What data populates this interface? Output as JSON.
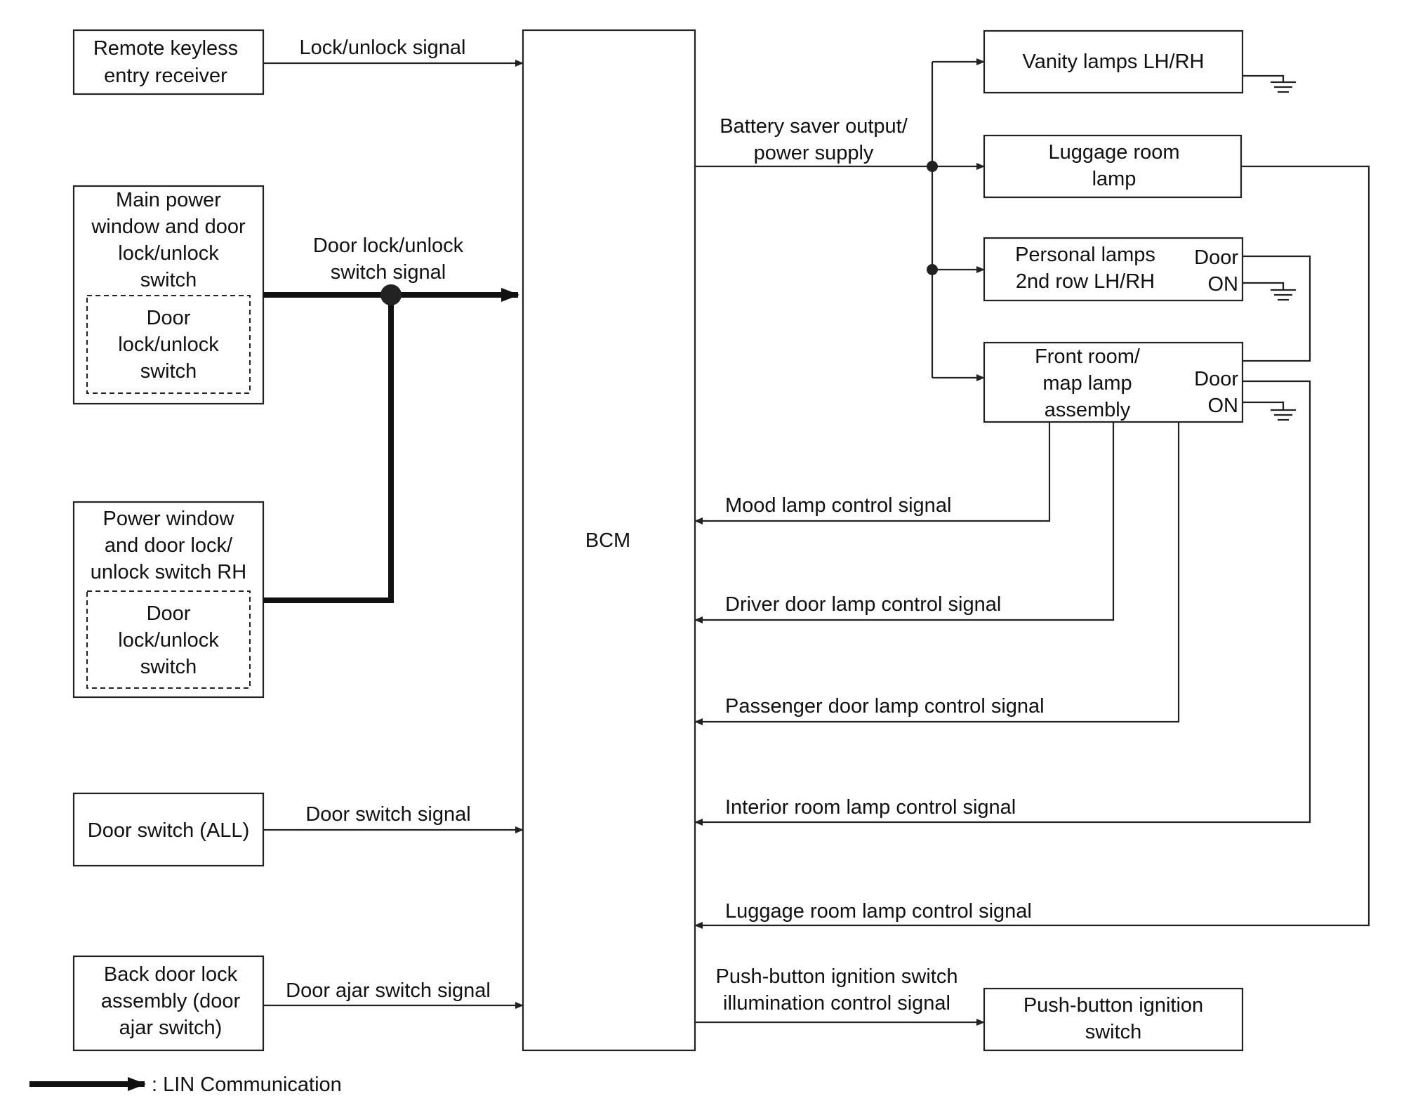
{
  "bcm": {
    "label": "BCM"
  },
  "inputs": {
    "rke": {
      "lines": [
        "Remote keyless",
        "entry receiver"
      ],
      "signal": "Lock/unlock signal"
    },
    "main_pw": {
      "lines": [
        "Main power",
        "window and door",
        "lock/unlock",
        "switch"
      ],
      "inner_lines": [
        "Door",
        "lock/unlock",
        "switch"
      ]
    },
    "door_lock_signal": [
      "Door lock/unlock",
      "switch signal"
    ],
    "pw_rh": {
      "lines": [
        "Power window",
        "and door lock/",
        "unlock switch RH"
      ],
      "inner_lines": [
        "Door",
        "lock/unlock",
        "switch"
      ]
    },
    "door_switch": {
      "label": "Door switch (ALL)",
      "signal": "Door switch signal"
    },
    "back_door": {
      "lines": [
        "Back door lock",
        "assembly (door",
        "ajar switch)"
      ],
      "signal": "Door ajar switch signal"
    }
  },
  "outputs": {
    "battery_saver": [
      "Battery saver output/",
      "power supply"
    ],
    "vanity": {
      "label": "Vanity lamps LH/RH"
    },
    "luggage": {
      "lines": [
        "Luggage room",
        "lamp"
      ]
    },
    "personal": {
      "lines": [
        "Personal lamps",
        "2nd row LH/RH"
      ],
      "door": "Door",
      "on": "ON"
    },
    "front_room": {
      "lines": [
        "Front room/",
        "map lamp",
        "assembly"
      ],
      "door": "Door",
      "on": "ON"
    },
    "push_button": {
      "lines": [
        "Push-button ignition",
        "switch"
      ],
      "signal": [
        "Push-button ignition switch",
        "illumination control signal"
      ]
    }
  },
  "return_signals": {
    "mood": "Mood lamp control signal",
    "driver_door": "Driver door lamp control signal",
    "passenger_door": "Passenger door lamp control signal",
    "interior_room": "Interior room lamp control signal",
    "luggage_room": "Luggage room lamp control signal"
  },
  "legend": {
    "label": ": LIN Communication"
  }
}
